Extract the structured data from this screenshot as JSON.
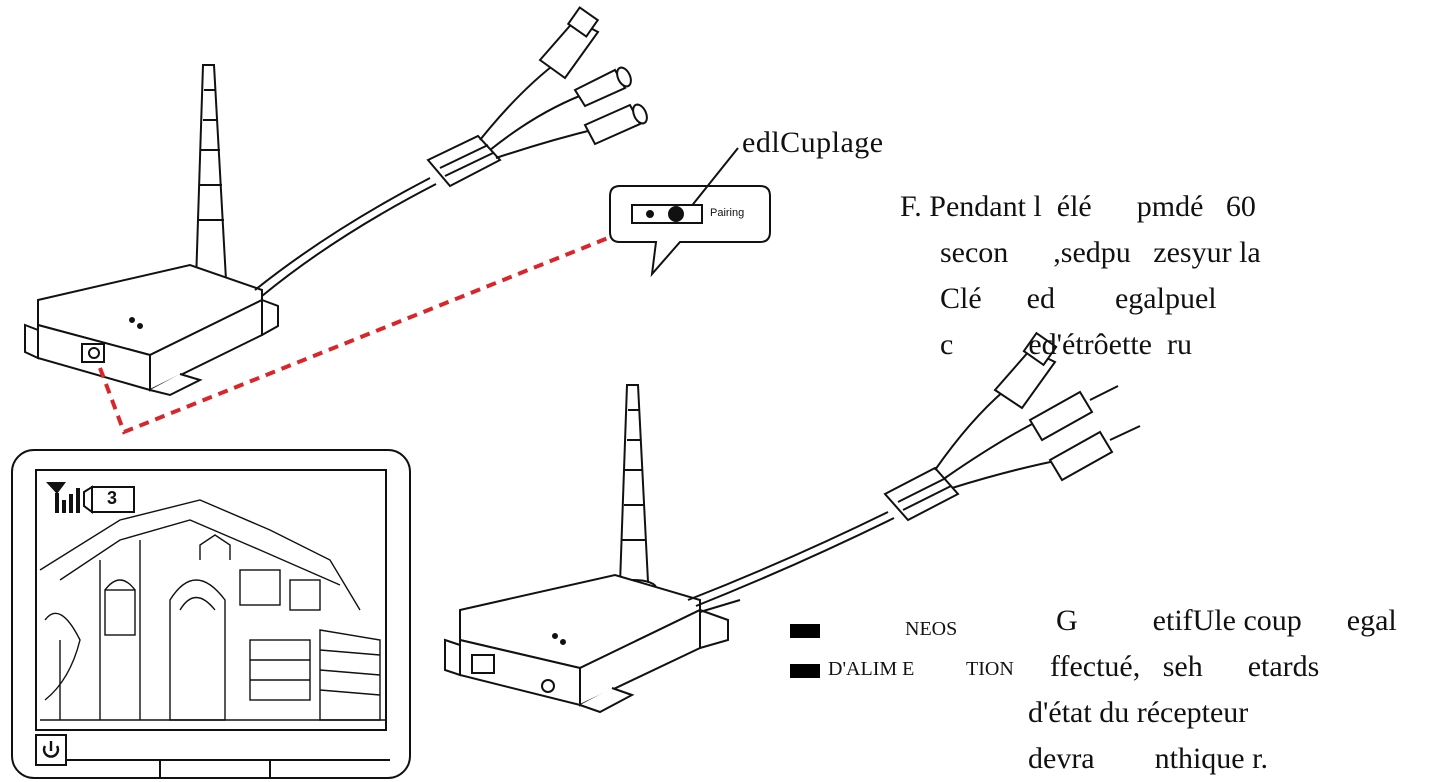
{
  "callout": {
    "title": "edlCuplage",
    "bubble_label": "Pairing"
  },
  "step_f": {
    "line1": "F. Pendant l  élé      pmdé   60",
    "line2": "secon      ,sedpu   zesyur la",
    "line3": "Clé      ed        egalpuel",
    "line4": "c          ed'étrôette  ru"
  },
  "monitor": {
    "camera_number": "3"
  },
  "legend": {
    "item1": "NEOS",
    "item2_a": "D'ALIM E",
    "item2_b": "TION"
  },
  "step_g": {
    "line1": "G          etifUle coup      egal",
    "line2": "ffectué,   seh      etards",
    "line3": "d'état du récepteur",
    "line4": "devra        nthique r."
  },
  "colors": {
    "dashed_line": "#d9262b",
    "ink": "#111111"
  },
  "icons": {
    "signal": "signal-strength-icon",
    "camera": "camera-icon",
    "power": "power-icon"
  }
}
